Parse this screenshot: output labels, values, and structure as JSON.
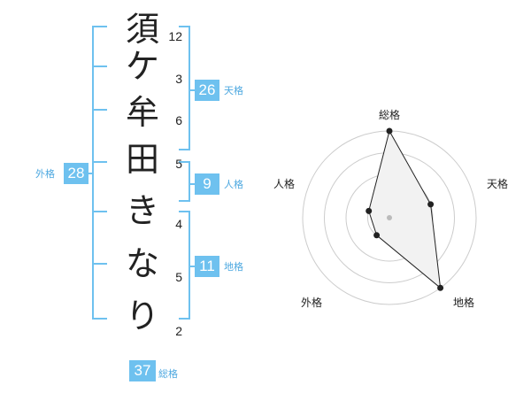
{
  "name_chars": [
    "須",
    "ケ",
    "牟",
    "田",
    "き",
    "な",
    "り"
  ],
  "stroke_counts": [
    "12",
    "3",
    "6",
    "5",
    "4",
    "5",
    "2"
  ],
  "kakaku": {
    "tenkaku": {
      "label": "天格",
      "value": "26"
    },
    "jinkaku": {
      "label": "人格",
      "value": "9"
    },
    "chikaku": {
      "label": "地格",
      "value": "11"
    },
    "gaikaku": {
      "label": "外格",
      "value": "28"
    },
    "soukaku": {
      "label": "総格",
      "value": "37"
    }
  },
  "chart_data": {
    "type": "radar",
    "axes": [
      "総格",
      "天格",
      "地格",
      "外格",
      "人格"
    ],
    "values": [
      4,
      2,
      4,
      1,
      1
    ],
    "rmax": 4,
    "rings": 4,
    "colors": {
      "line": "#222222",
      "fill": "#f2f2f2",
      "ring": "#cccccc",
      "center": "#bbbbbb"
    }
  },
  "colors": {
    "accent": "#6ec1ef",
    "bracket": "#6ec1ef",
    "label": "#4da8e0"
  }
}
